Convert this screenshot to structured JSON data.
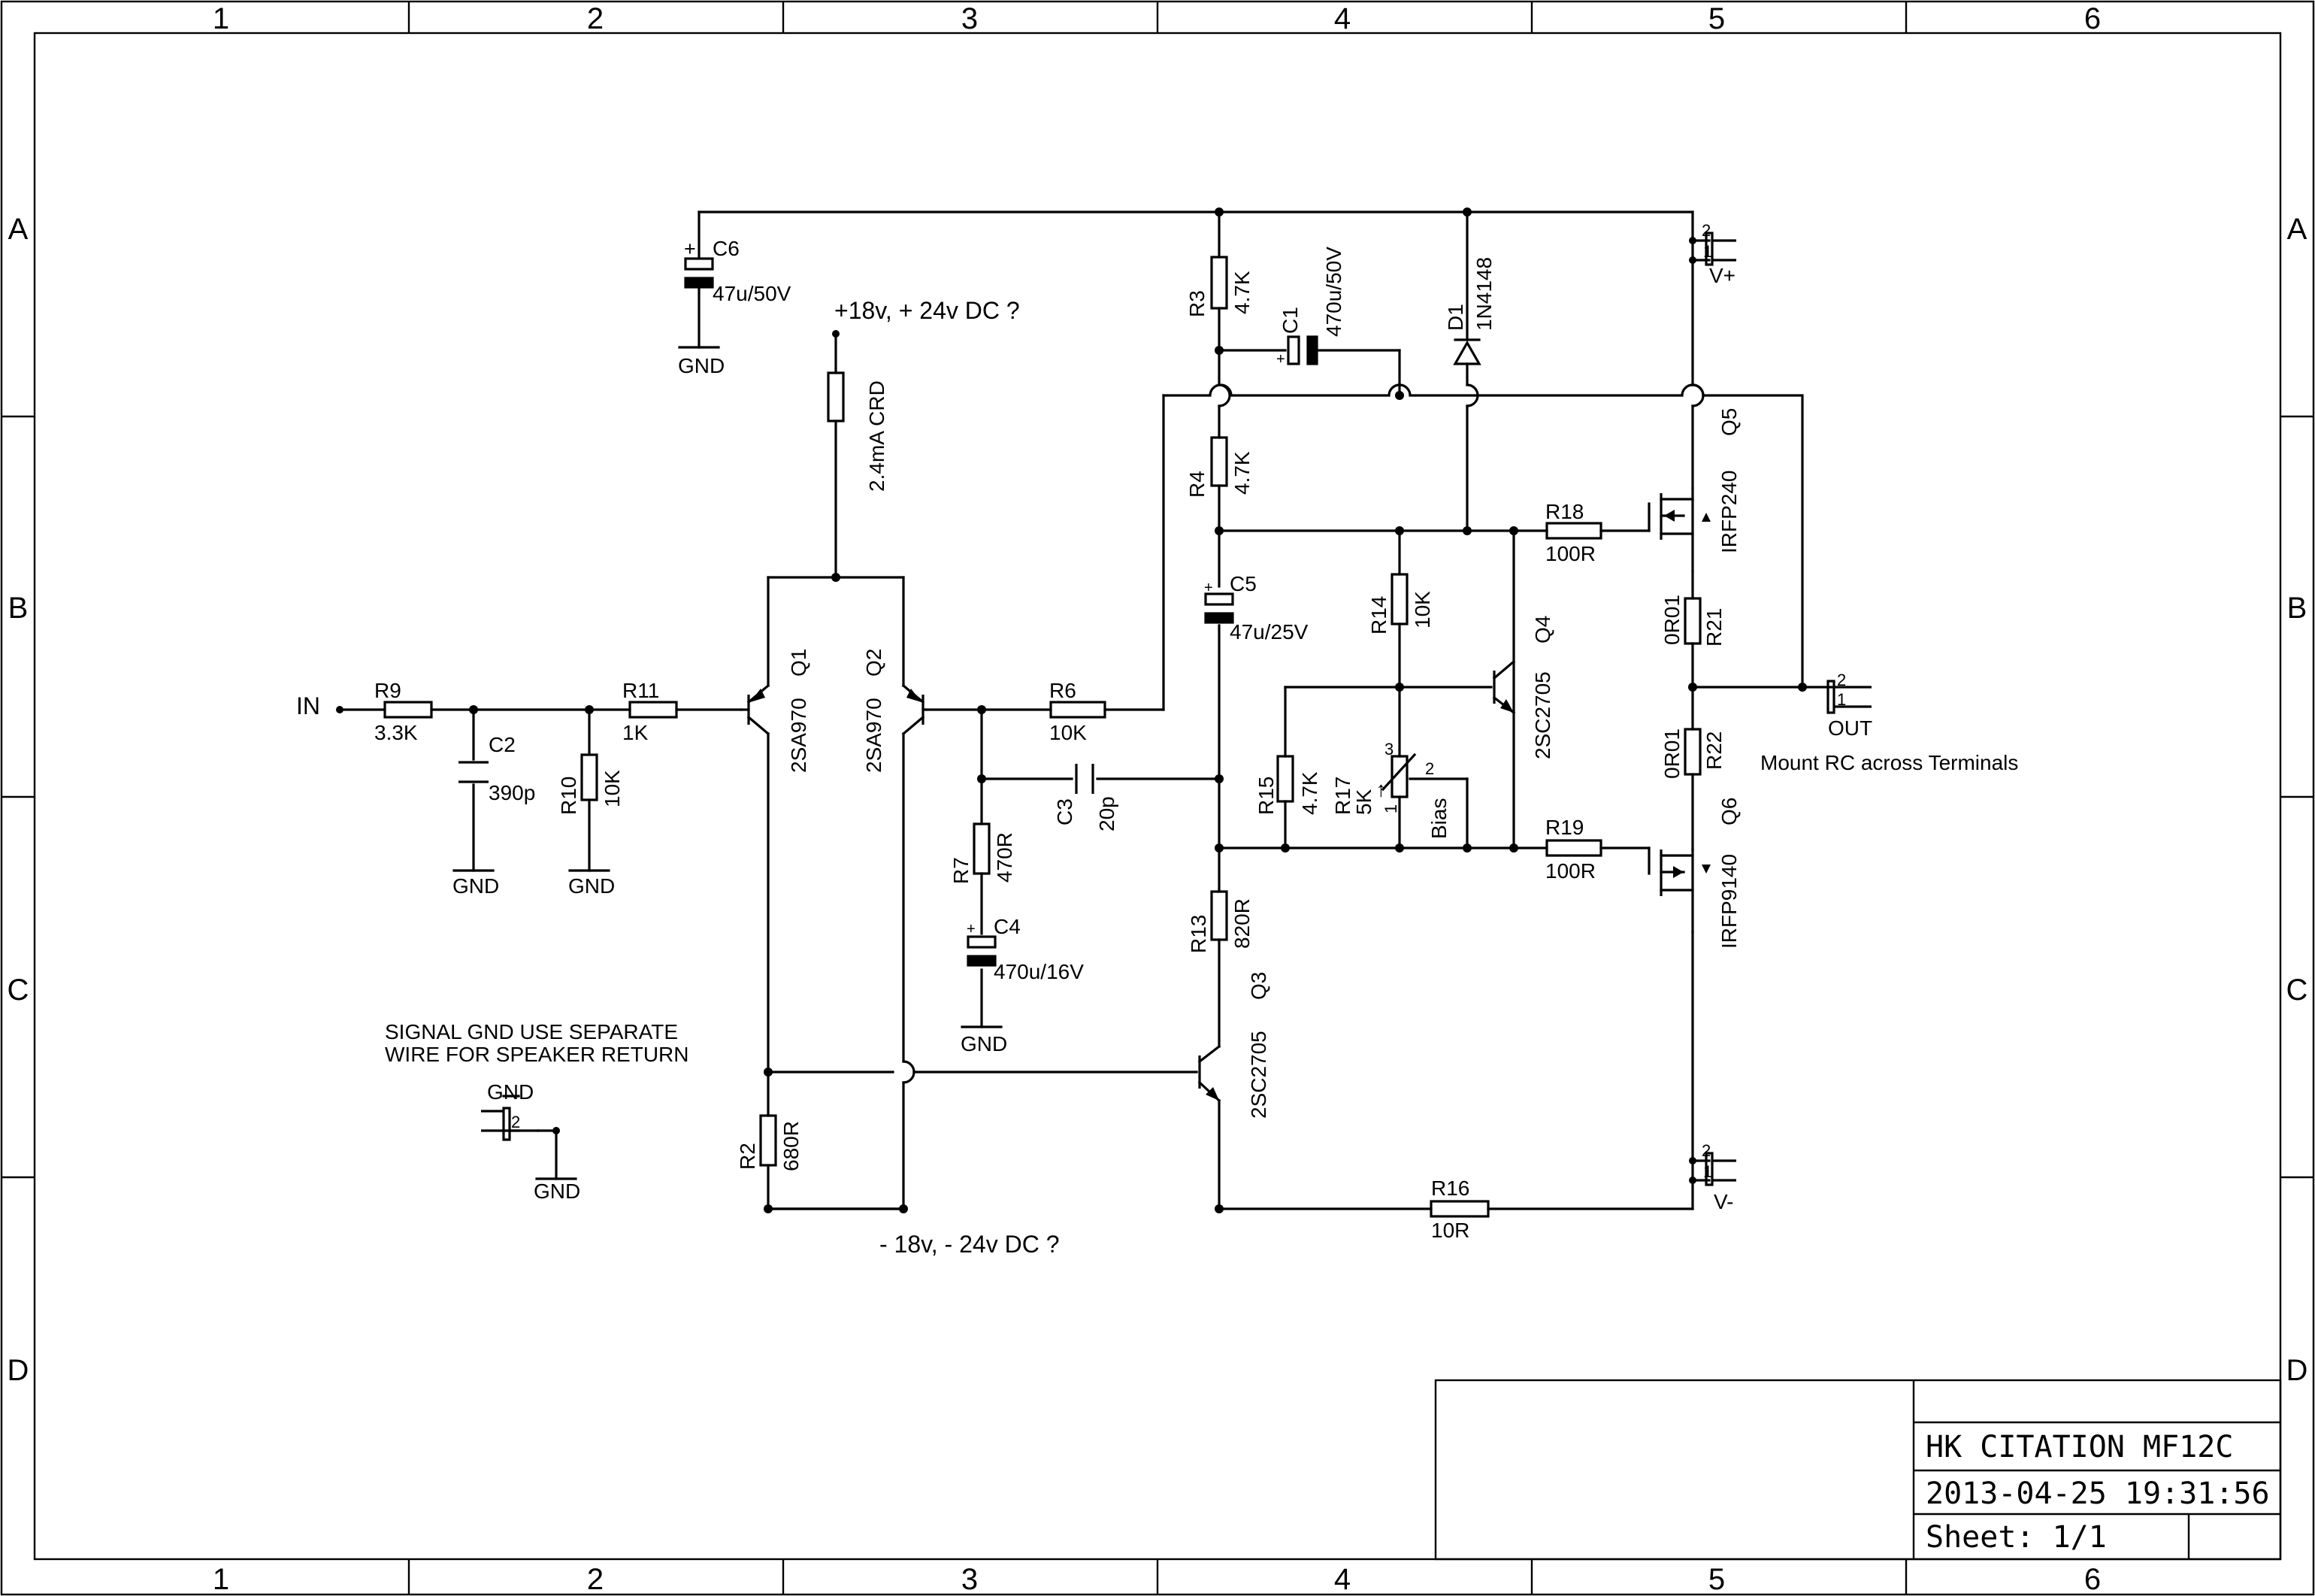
{
  "frame": {
    "columns": [
      "1",
      "2",
      "3",
      "4",
      "5",
      "6"
    ],
    "rows": [
      "A",
      "B",
      "C",
      "D"
    ]
  },
  "title_block": {
    "title": "HK CITATION MF12C",
    "date": "2013-04-25 19:31:56",
    "sheet": "Sheet: 1/1"
  },
  "notes": {
    "supply_pos": "+18v, + 24v DC ?",
    "supply_neg": "- 18v, - 24v DC ?",
    "signal_gnd_line1": "SIGNAL GND USE SEPARATE",
    "signal_gnd_line2": "WIRE FOR SPEAKER RETURN",
    "mount_rc": "Mount RC across Terminals",
    "input": "IN",
    "bias": "Bias"
  },
  "nets": {
    "gnd": "GND",
    "vplus": "V+",
    "vminus": "V-",
    "out": "OUT"
  },
  "pins": {
    "p1": "1",
    "p2": "2",
    "p3": "3"
  },
  "components": {
    "r9": {
      "ref": "R9",
      "value": "3.3K"
    },
    "r11": {
      "ref": "R11",
      "value": "1K"
    },
    "r10": {
      "ref": "R10",
      "value": "10K"
    },
    "c2": {
      "ref": "C2",
      "value": "390p"
    },
    "c6": {
      "ref": "C6",
      "value": "47u/50V"
    },
    "crd": {
      "ref": "",
      "value": "2.4mA CRD"
    },
    "q1": {
      "ref": "Q1",
      "value": "2SA970"
    },
    "q2": {
      "ref": "Q2",
      "value": "2SA970"
    },
    "r6": {
      "ref": "R6",
      "value": "10K"
    },
    "c3": {
      "ref": "C3",
      "value": "20p"
    },
    "r7": {
      "ref": "R7",
      "value": "470R"
    },
    "c4": {
      "ref": "C4",
      "value": "470u/16V"
    },
    "r2": {
      "ref": "R2",
      "value": "680R"
    },
    "r3": {
      "ref": "R3",
      "value": "4.7K"
    },
    "c1": {
      "ref": "C1",
      "value": "470u/50V"
    },
    "d1": {
      "ref": "D1",
      "value": "1N4148"
    },
    "r4": {
      "ref": "R4",
      "value": "4.7K"
    },
    "c5": {
      "ref": "C5",
      "value": "47u/25V"
    },
    "r13": {
      "ref": "R13",
      "value": "820R"
    },
    "q3": {
      "ref": "Q3",
      "value": "2SC2705"
    },
    "r14": {
      "ref": "R14",
      "value": "10K"
    },
    "r15": {
      "ref": "R15",
      "value": "4.7K"
    },
    "r17": {
      "ref": "R17",
      "value": "5K"
    },
    "q4": {
      "ref": "Q4",
      "value": "2SC2705"
    },
    "r18": {
      "ref": "R18",
      "value": "100R"
    },
    "r19": {
      "ref": "R19",
      "value": "100R"
    },
    "q5": {
      "ref": "Q5",
      "value": "IRFP240"
    },
    "q6": {
      "ref": "Q6",
      "value": "IRFP9140"
    },
    "r21": {
      "ref": "R21",
      "value": "0R01"
    },
    "r22": {
      "ref": "R22",
      "value": "0R01"
    },
    "r16": {
      "ref": "R16",
      "value": "10R"
    }
  }
}
